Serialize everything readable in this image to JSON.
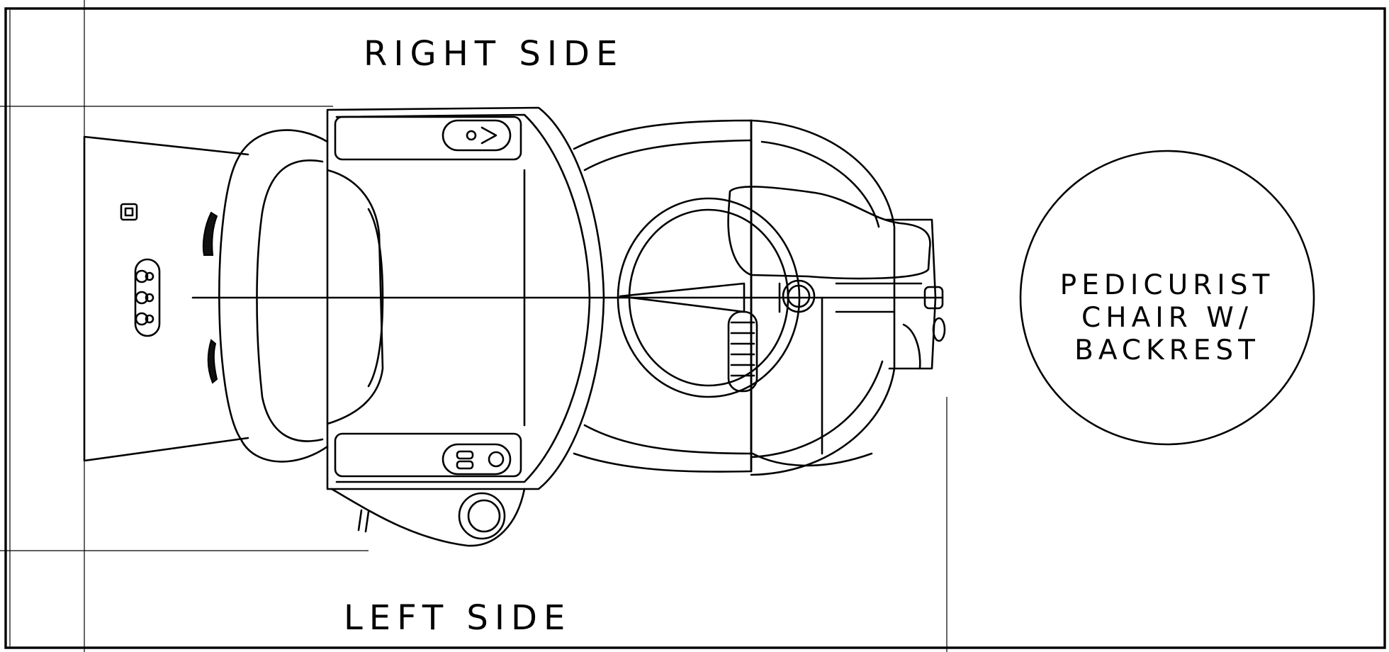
{
  "labels": {
    "right_side": "RIGHT SIDE",
    "left_side": "LEFT SIDE",
    "chair_line1": "PEDICURIST",
    "chair_line2": "CHAIR W/",
    "chair_line3": "BACKREST"
  },
  "colors": {
    "line": "#000000",
    "background": "#ffffff"
  },
  "icons": {
    "outlet": "control-outlet-icon",
    "jets": "jet-nozzle-icon",
    "handle": "handle-grip-icon"
  }
}
